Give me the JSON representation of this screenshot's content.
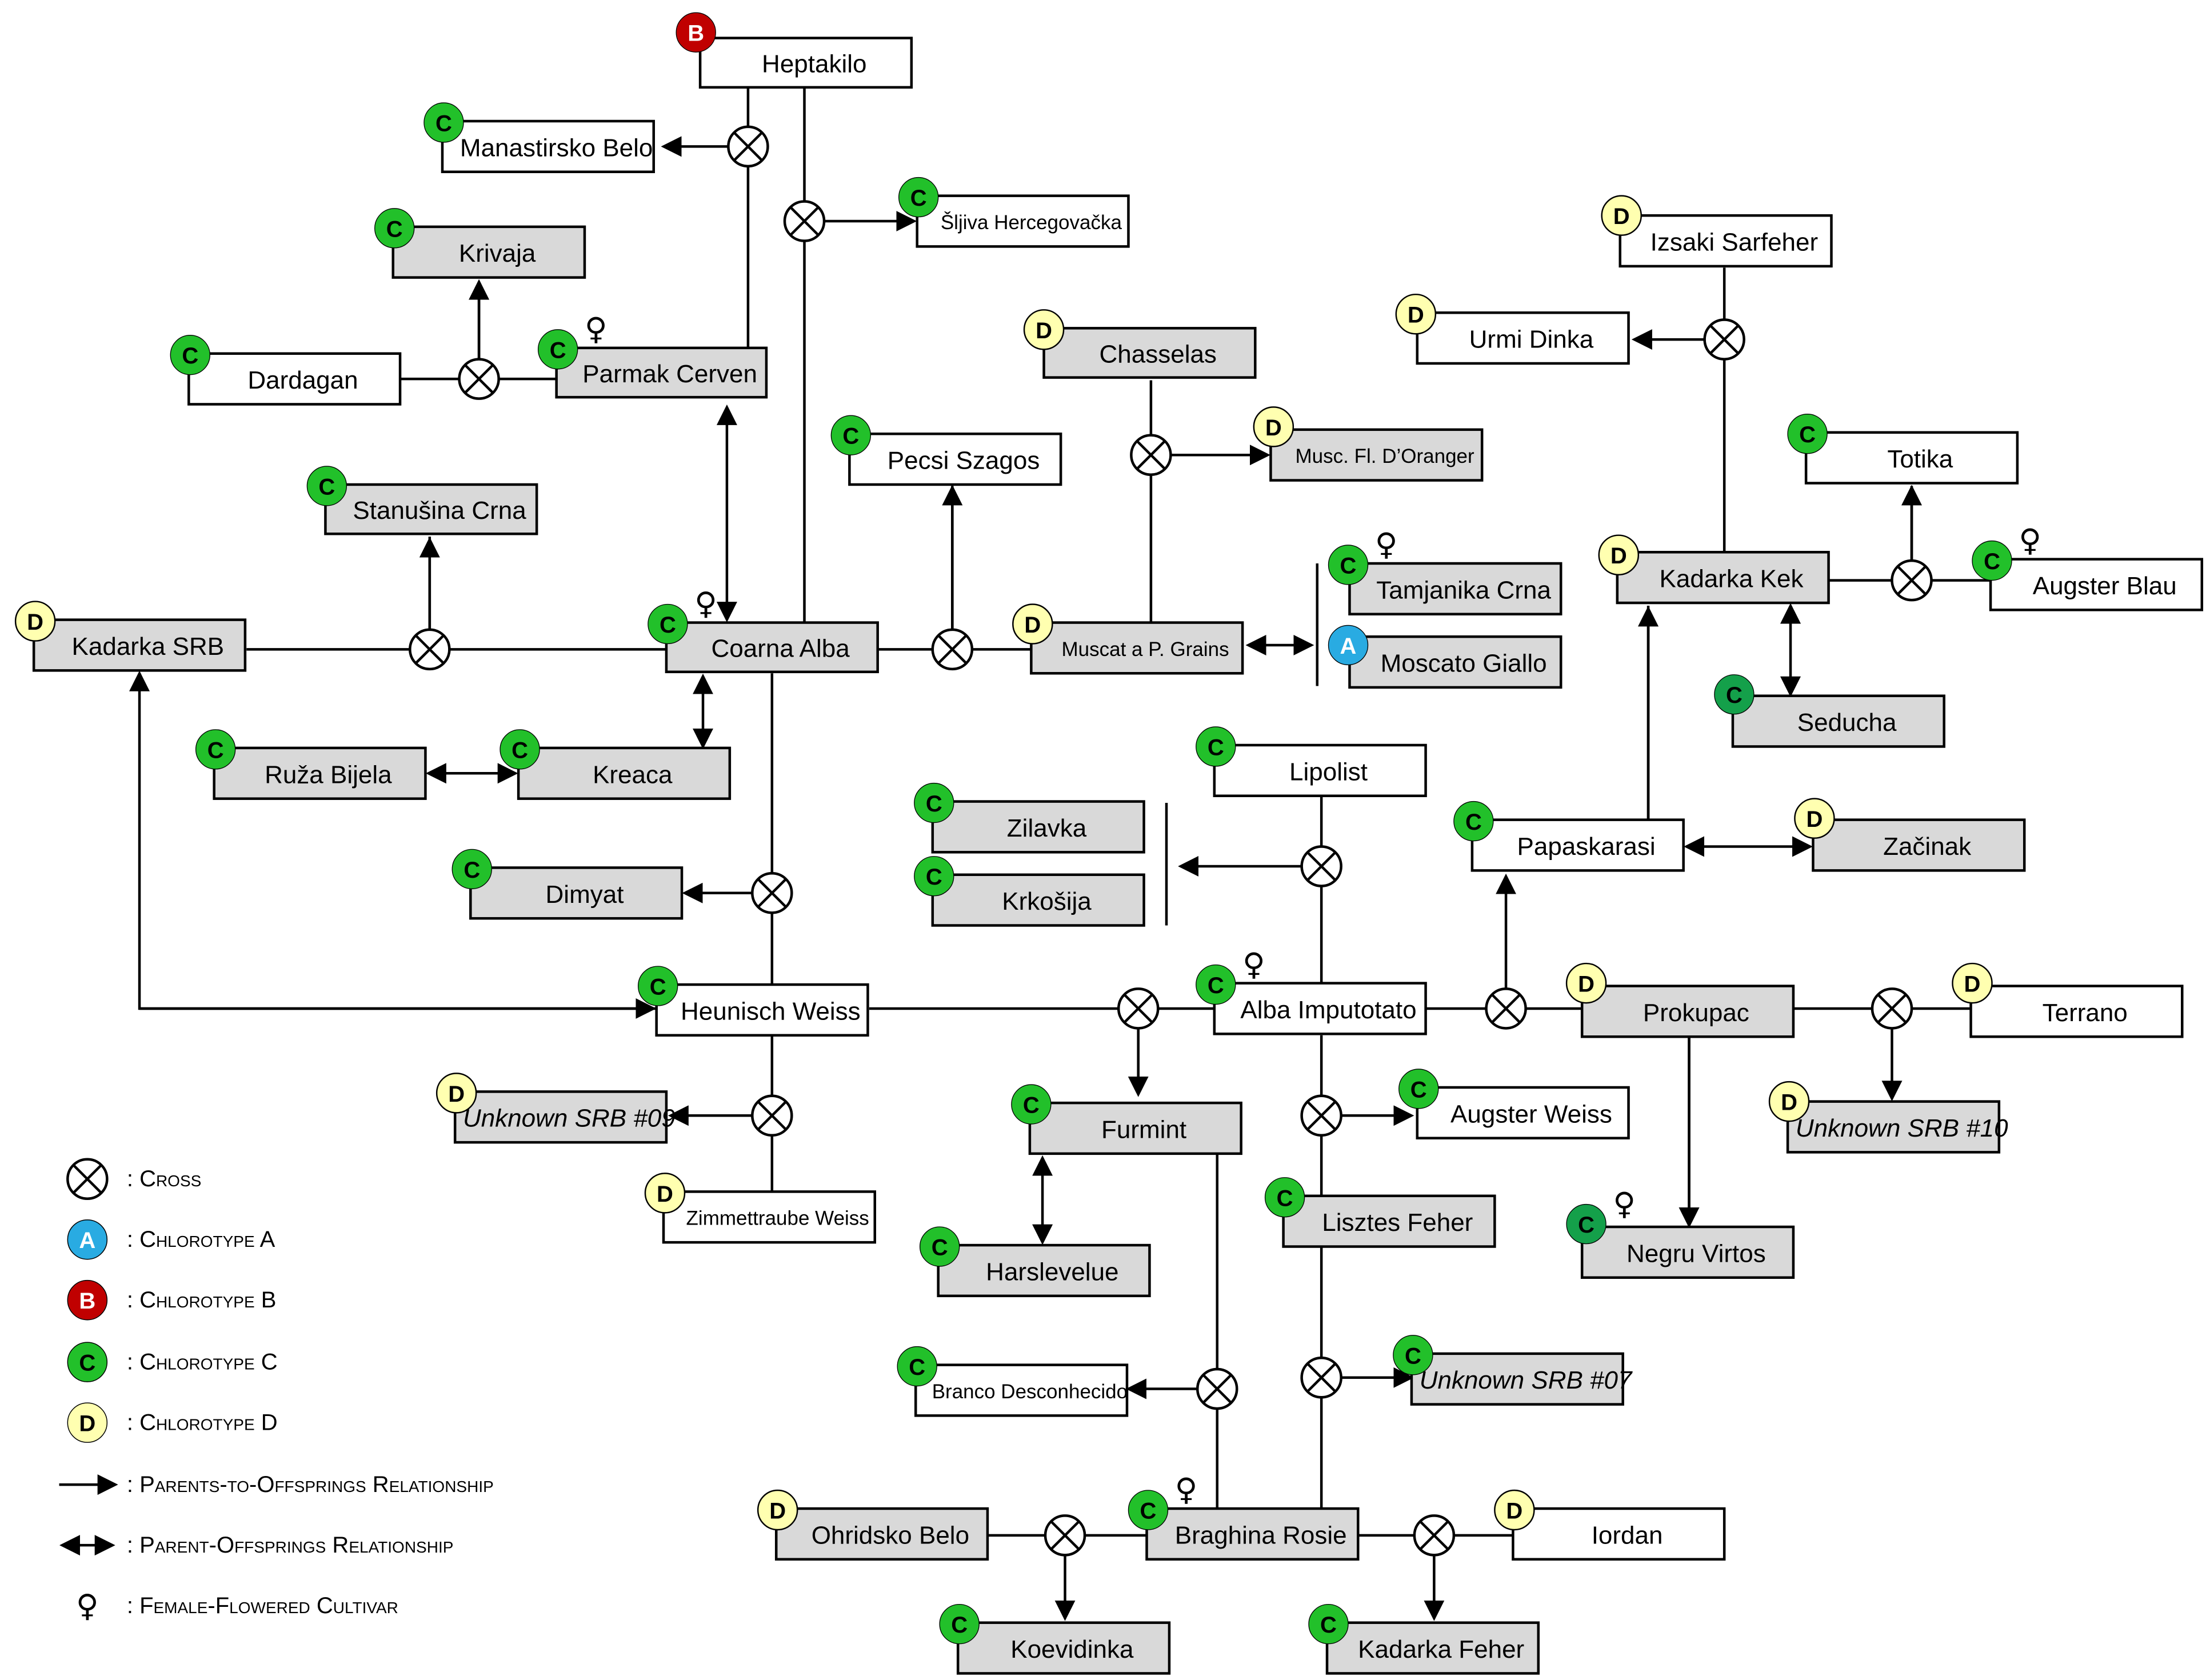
{
  "colors": {
    "A": "#29abe2",
    "B": "#c00000",
    "C": "#22c02a",
    "C_dark": "#14a04a",
    "D": "#ffffb0"
  },
  "cultivars": [
    {
      "id": "heptakilo",
      "label": "Heptakilo",
      "chlorotype": "B",
      "gray": false
    },
    {
      "id": "manastirsko-belo",
      "label": "Manastirsko Belo",
      "chlorotype": "C",
      "gray": false
    },
    {
      "id": "sljiva-hercegovacka",
      "label": "Šljiva Hercegovačka",
      "chlorotype": "C",
      "gray": false
    },
    {
      "id": "krivaja",
      "label": "Krivaja",
      "chlorotype": "C",
      "gray": true
    },
    {
      "id": "dardagan",
      "label": "Dardagan",
      "chlorotype": "C",
      "gray": false
    },
    {
      "id": "parmak-cerven",
      "label": "Parmak Cerven",
      "chlorotype": "C",
      "gray": true,
      "female": true
    },
    {
      "id": "stanusina-crna",
      "label": "Stanušina Crna",
      "chlorotype": "C",
      "gray": true
    },
    {
      "id": "kadarka-srb",
      "label": "Kadarka SRB",
      "chlorotype": "D",
      "gray": true
    },
    {
      "id": "coarna-alba",
      "label": "Coarna Alba",
      "chlorotype": "C",
      "gray": true,
      "female": true
    },
    {
      "id": "pecsi-szagos",
      "label": "Pecsi Szagos",
      "chlorotype": "C",
      "gray": false
    },
    {
      "id": "chasselas",
      "label": "Chasselas",
      "chlorotype": "D",
      "gray": true
    },
    {
      "id": "musc-fl-doranger",
      "label": "Musc. Fl. D’Oranger",
      "chlorotype": "D",
      "gray": true
    },
    {
      "id": "muscat-a-p-grains",
      "label": "Muscat a P. Grains",
      "chlorotype": "D",
      "gray": true
    },
    {
      "id": "tamjanika-crna",
      "label": "Tamjanika Crna",
      "chlorotype": "C",
      "gray": true,
      "female": true
    },
    {
      "id": "moscato-giallo",
      "label": "Moscato Giallo",
      "chlorotype": "A",
      "gray": true
    },
    {
      "id": "izsaki-sarfeher",
      "label": "Izsaki Sarfeher",
      "chlorotype": "D",
      "gray": false
    },
    {
      "id": "urmi-dinka",
      "label": "Urmi Dinka",
      "chlorotype": "D",
      "gray": false
    },
    {
      "id": "totika",
      "label": "Totika",
      "chlorotype": "C",
      "gray": false
    },
    {
      "id": "kadarka-kek",
      "label": "Kadarka Kek",
      "chlorotype": "D",
      "gray": true
    },
    {
      "id": "augster-blau",
      "label": "Augster Blau",
      "chlorotype": "C",
      "gray": false,
      "female": true
    },
    {
      "id": "seducha",
      "label": "Seducha",
      "chlorotype": "C",
      "gray": true
    },
    {
      "id": "ruza-bijela",
      "label": "Ruža Bijela",
      "chlorotype": "C",
      "gray": true
    },
    {
      "id": "kreaca",
      "label": "Kreaca",
      "chlorotype": "C",
      "gray": true
    },
    {
      "id": "lipolist",
      "label": "Lipolist",
      "chlorotype": "C",
      "gray": false
    },
    {
      "id": "zilavka",
      "label": "Zilavka",
      "chlorotype": "C",
      "gray": true
    },
    {
      "id": "krkosija",
      "label": "Krkošija",
      "chlorotype": "C",
      "gray": true
    },
    {
      "id": "papaskarasi",
      "label": "Papaskarasi",
      "chlorotype": "C",
      "gray": false
    },
    {
      "id": "zacinak",
      "label": "Začinak",
      "chlorotype": "D",
      "gray": true
    },
    {
      "id": "dimyat",
      "label": "Dimyat",
      "chlorotype": "C",
      "gray": true
    },
    {
      "id": "heunisch-weiss",
      "label": "Heunisch Weiss",
      "chlorotype": "C",
      "gray": false
    },
    {
      "id": "alba-imputotato",
      "label": "Alba Imputotato",
      "chlorotype": "C",
      "gray": false,
      "female": true
    },
    {
      "id": "prokupac",
      "label": "Prokupac",
      "chlorotype": "D",
      "gray": true
    },
    {
      "id": "terrano",
      "label": "Terrano",
      "chlorotype": "D",
      "gray": false
    },
    {
      "id": "unknown-srb-09",
      "label": "Unknown SRB #09",
      "chlorotype": "D",
      "gray": true,
      "italic": true
    },
    {
      "id": "zimmettraube-weiss",
      "label": "Zimmettraube Weiss",
      "chlorotype": "D",
      "gray": false
    },
    {
      "id": "furmint",
      "label": "Furmint",
      "chlorotype": "C",
      "gray": true
    },
    {
      "id": "augster-weiss",
      "label": "Augster Weiss",
      "chlorotype": "C",
      "gray": false
    },
    {
      "id": "unknown-srb-10",
      "label": "Unknown SRB #10",
      "chlorotype": "D",
      "gray": true,
      "italic": true
    },
    {
      "id": "lisztes-feher",
      "label": "Lisztes Feher",
      "chlorotype": "C",
      "gray": true
    },
    {
      "id": "negru-virtos",
      "label": "Negru Virtos",
      "chlorotype": "C",
      "gray": true,
      "female": true
    },
    {
      "id": "harslevelue",
      "label": "Harslevelue",
      "chlorotype": "C",
      "gray": true
    },
    {
      "id": "branco-desconhecido",
      "label": "Branco Desconhecido",
      "chlorotype": "C",
      "gray": false
    },
    {
      "id": "unknown-srb-07",
      "label": "Unknown SRB #07",
      "chlorotype": "C",
      "gray": true,
      "italic": true
    },
    {
      "id": "ohridsko-belo",
      "label": "Ohridsko Belo",
      "chlorotype": "D",
      "gray": true
    },
    {
      "id": "braghina-rosie",
      "label": "Braghina Rosie",
      "chlorotype": "C",
      "gray": true,
      "female": true
    },
    {
      "id": "iordan",
      "label": "Iordan",
      "chlorotype": "D",
      "gray": false
    },
    {
      "id": "koevidinka",
      "label": "Koevidinka",
      "chlorotype": "C",
      "gray": true
    },
    {
      "id": "kadarka-feher",
      "label": "Kadarka Feher",
      "chlorotype": "C",
      "gray": true
    }
  ],
  "legend": [
    {
      "symbol": "cross",
      "text": ": Cross"
    },
    {
      "symbol": "A",
      "text": ": Chlorotype A"
    },
    {
      "symbol": "B",
      "text": ": Chlorotype B"
    },
    {
      "symbol": "C",
      "text": ": Chlorotype C"
    },
    {
      "symbol": "D",
      "text": ": Chlorotype D"
    },
    {
      "symbol": "arrow-single",
      "text": ": Parents-to-Offsprings Relationship"
    },
    {
      "symbol": "arrow-double",
      "text": ": Parent-Offsprings Relationship"
    },
    {
      "symbol": "female",
      "text": ": Female-Flowered Cultivar"
    }
  ]
}
